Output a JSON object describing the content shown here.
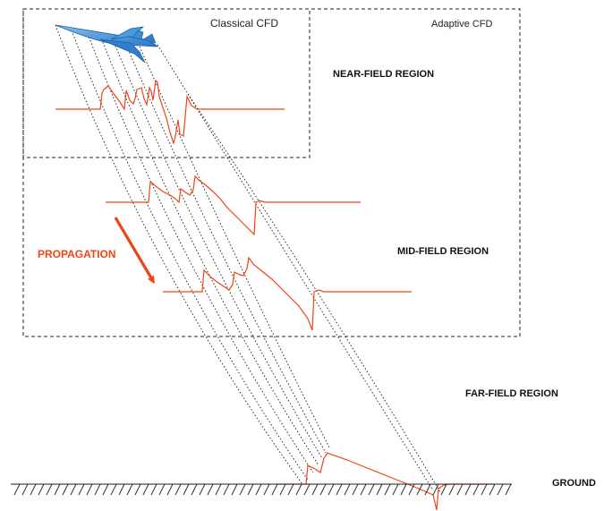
{
  "labels": {
    "classical_cfd": "Classical CFD",
    "adaptive_cfd": "Adaptive CFD",
    "near_field": "NEAR-FIELD REGION",
    "mid_field": "MID-FIELD REGION",
    "far_field": "FAR-FIELD REGION",
    "propagation": "PROPAGATION",
    "ground": "GROUND"
  },
  "icons": {
    "aircraft": "supersonic-jet-icon",
    "propagation_arrow": "arrow-icon"
  },
  "colors": {
    "signal": "#f04418",
    "aircraft": "#3a8fd6",
    "boundary": "#222222",
    "ray": "#222222"
  }
}
